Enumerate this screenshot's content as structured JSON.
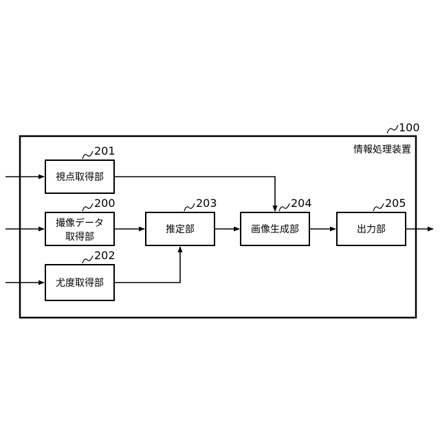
{
  "device": {
    "label": "情報処理装置",
    "ref": "100"
  },
  "blocks": {
    "viewpoint": {
      "label": "視点取得部",
      "ref": "201"
    },
    "imaging": {
      "line1": "撮像データ",
      "line2": "取得部",
      "ref": "200"
    },
    "likelihood": {
      "label": "尤度取得部",
      "ref": "202"
    },
    "estimation": {
      "label": "推定部",
      "ref": "203"
    },
    "generation": {
      "label": "画像生成部",
      "ref": "204"
    },
    "output": {
      "label": "出力部",
      "ref": "205"
    }
  },
  "colors": {
    "stroke": "#000000",
    "background": "#ffffff"
  }
}
